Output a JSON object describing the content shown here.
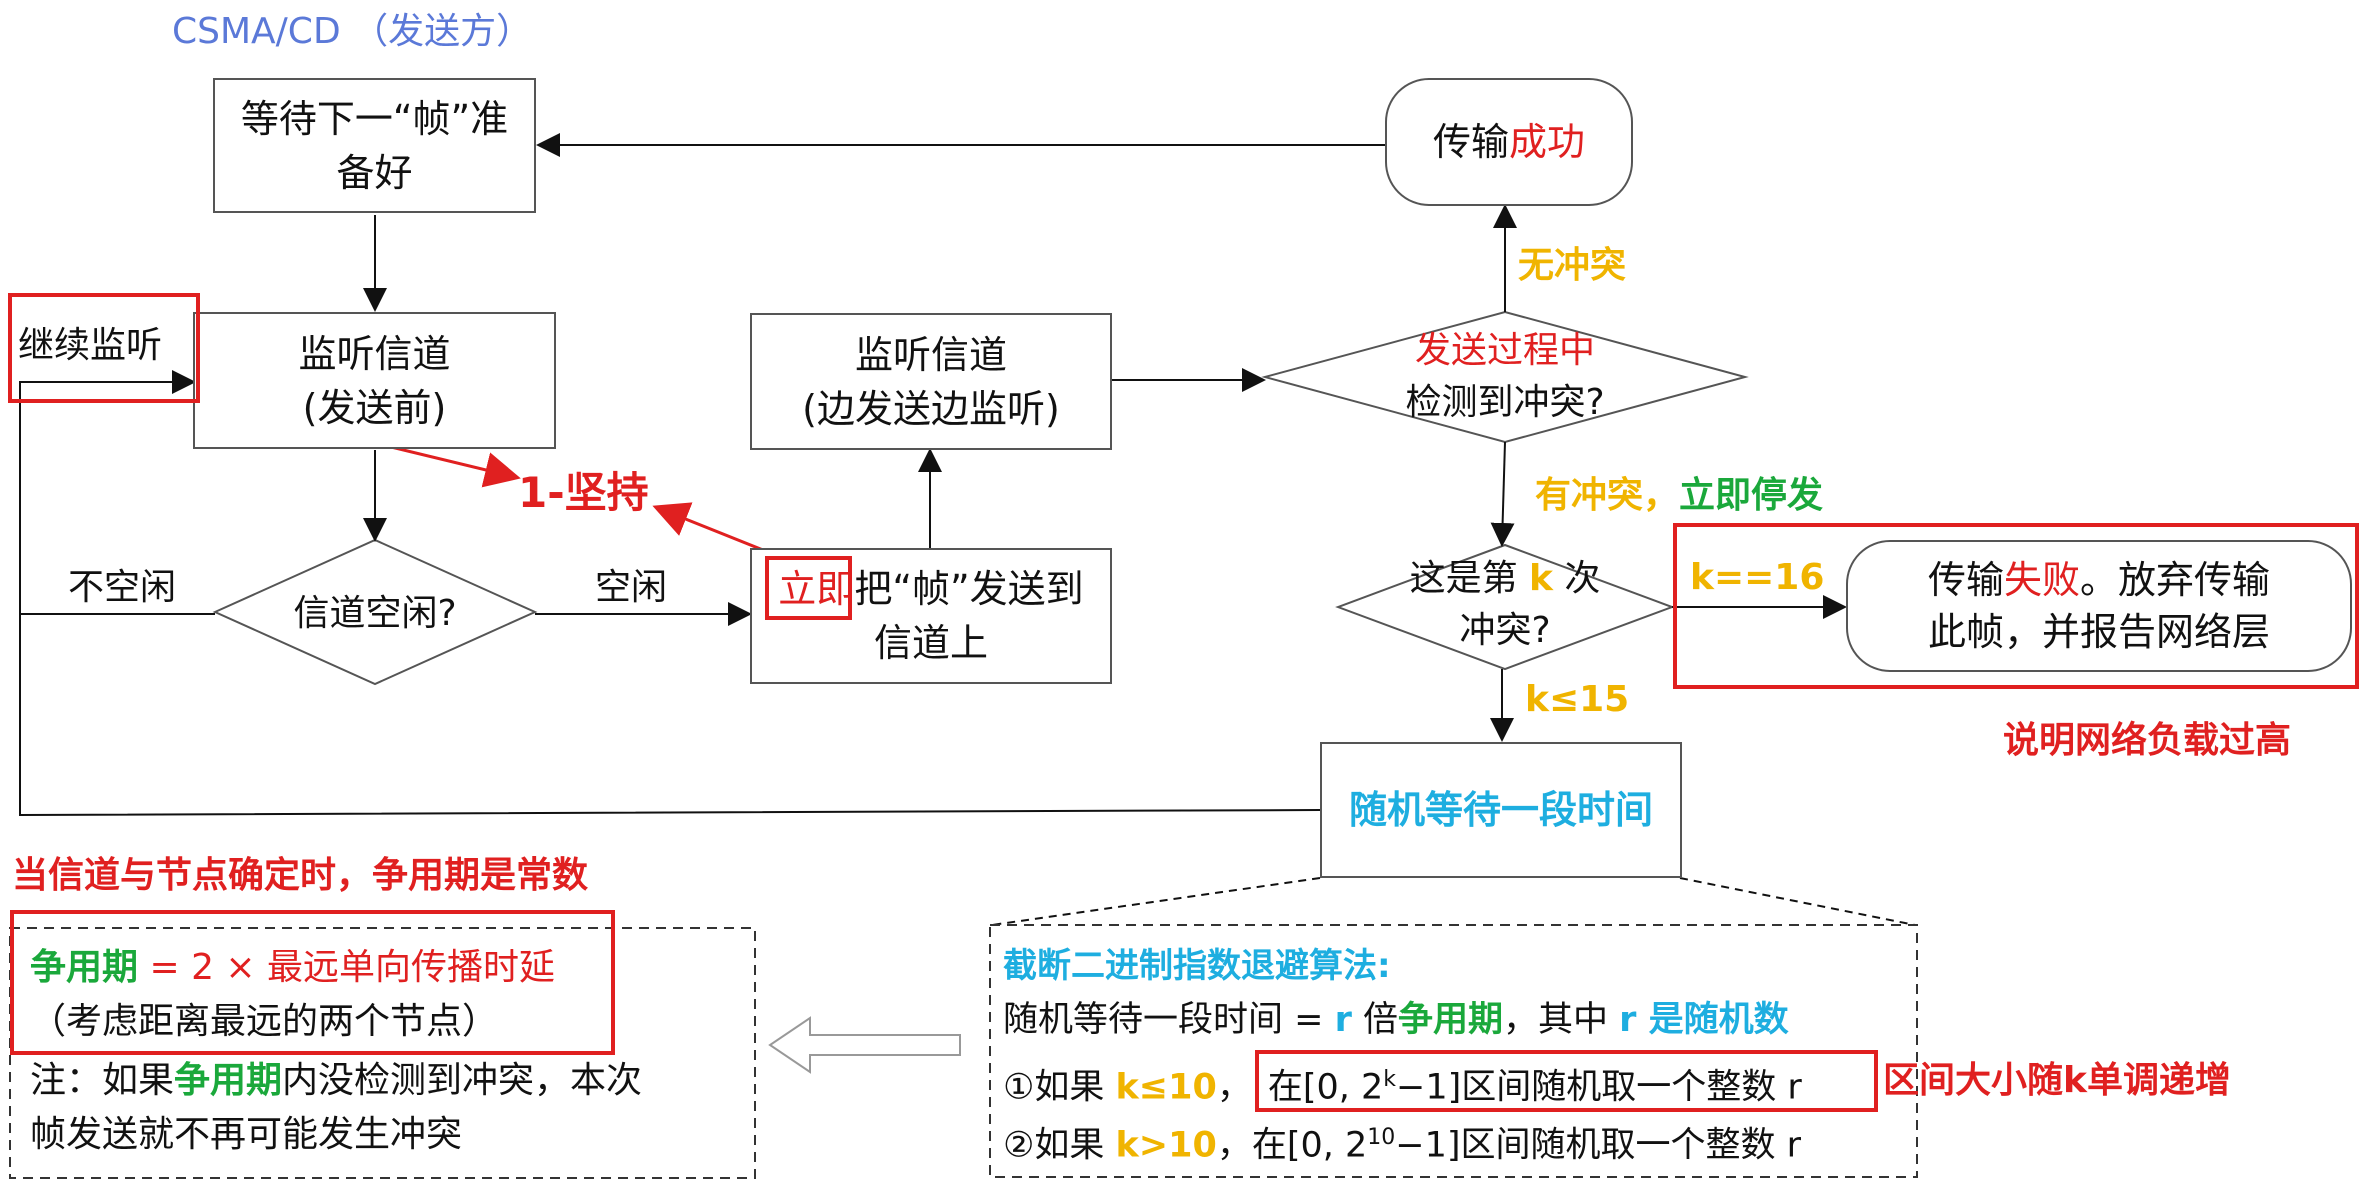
{
  "title": "CSMA/CD （发送方）",
  "nodes": {
    "wait_frame": "等待下一“帧”准备好",
    "wait_frame_l1": "等待下一“帧”准",
    "wait_frame_l2": "备好",
    "listen_before_l1": "监听信道",
    "listen_before_l2": "(发送前)",
    "channel_idle_q": "信道空闲?",
    "send_prefix": "立即",
    "send_rest_l1": "把“帧”发送到",
    "send_l2": "信道上",
    "listen_during_l1": "监听信道",
    "listen_during_l2": "(边发送边监听)",
    "detect_l1": "发送过程中",
    "detect_l2": "检测到冲突?",
    "success_prefix": "传输",
    "success_word": "成功",
    "kth_l1a": "这是第 ",
    "kth_k": "k",
    "kth_l1b": " 次",
    "kth_l2": "冲突?",
    "fail_prefix": "传输",
    "fail_word": "失败",
    "fail_rest": "。放弃传输",
    "fail_l2": "此帧，并报告网络层",
    "random_wait": "随机等待一段时间"
  },
  "edge_labels": {
    "continue_listen": "继续监听",
    "not_idle": "不空闲",
    "idle": "空闲",
    "no_collision": "无冲突",
    "has_collision_a": "有冲突，",
    "has_collision_b": "立即停发",
    "k16": "k==16",
    "k15": "k≤15"
  },
  "annotations": {
    "one_persistent": "1-坚持",
    "overload": "说明网络负载过高",
    "contention_const": "当信道与节点确定时，争用期是常数",
    "interval_growth": "区间大小随k单调递增"
  },
  "left_note": {
    "cp_word": "争用期",
    "cp_formula": " = 2 × 最远单向传播时延",
    "cp_sub": "（考虑距离最远的两个节点）",
    "note_a": "注：如果",
    "note_cp": "争用期",
    "note_b": "内没检测到冲突，本次",
    "note_l2": "帧发送就不再可能发生冲突"
  },
  "right_note": {
    "heading": "截断二进制指数退避算法:",
    "l1_a": "随机等待一段时间 = ",
    "l1_r": "r",
    "l1_b": " 倍",
    "l1_cp": "争用期",
    "l1_c": "，其中 ",
    "l1_r2": "r",
    "l1_d": " 是随机数",
    "l2_a": "①如果 ",
    "l2_cond": "k≤10",
    "l2_b": "，",
    "l2_range_a": "在[0, 2",
    "l2_sup": "k",
    "l2_range_b": "−1]区间随机取一个整数 r",
    "l3_a": "②如果 ",
    "l3_cond": "k>10",
    "l3_b": "，在[0, 2",
    "l3_sup": "10",
    "l3_c": "−1]区间随机取一个整数 r"
  },
  "colors": {
    "title_blue": "#5b79d8",
    "red": "#e02020",
    "orange": "#f0b400",
    "green": "#1aa83b",
    "cyan": "#1eaee0"
  }
}
